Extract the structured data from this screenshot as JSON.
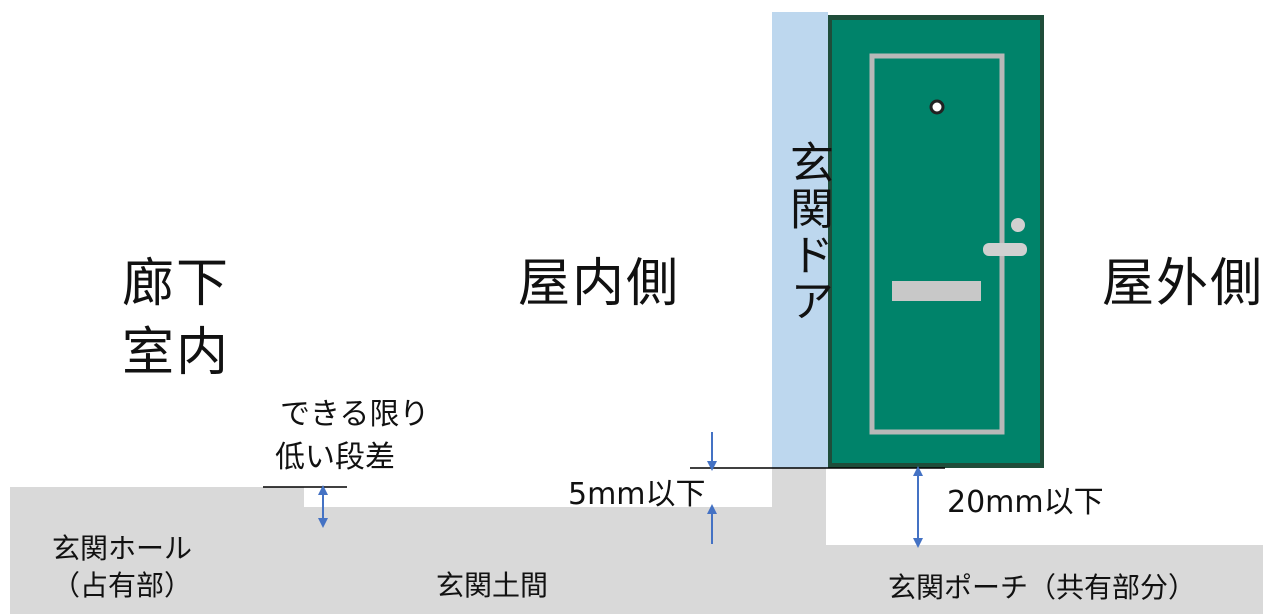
{
  "labels": {
    "rouka_line1": "廊下",
    "rouka_line2": "室内",
    "indoor_side": "屋内側",
    "outdoor_side": "屋外側",
    "door": "玄関ドア",
    "step_note_line1": "できる限り",
    "step_note_line2": "低い段差",
    "dim_5mm": "5mm以下",
    "dim_20mm": "20mm以下",
    "hall_line1": "玄関ホール",
    "hall_line2": "（占有部）",
    "doma": "玄関土間",
    "porch": "玄関ポーチ（共有部分）"
  },
  "colors": {
    "floor": "#d9d9d9",
    "door_green": "#00836a",
    "door_frame": "#1f4d3a",
    "door_trim": "#b8b8b8",
    "wall_blue": "#bdd7ee",
    "arrow_blue": "#4472c4"
  },
  "icons": [
    "peephole-icon",
    "door-handle-icon",
    "mail-slot-icon",
    "dimension-arrow-icon"
  ]
}
